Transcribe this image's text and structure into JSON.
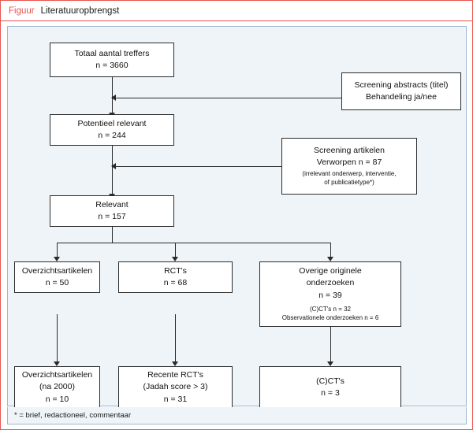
{
  "header": {
    "label": "Figuur",
    "title": "Literatuuropbrengst"
  },
  "footer": {
    "note": "* = brief, redactioneel, commentaar"
  },
  "colors": {
    "accent": "#e8544f",
    "panel_bg": "#eef4f8",
    "panel_border": "#9fb8cf",
    "box_border": "#2b2b2b"
  },
  "diagram": {
    "type": "flowchart",
    "nodes": [
      {
        "id": "total",
        "lines": [
          "Totaal aantal treffers",
          "n = 3660"
        ]
      },
      {
        "id": "screening-abstracts",
        "lines": [
          "Screening abstracts (titel)",
          "Behandeling ja/nee"
        ]
      },
      {
        "id": "potential",
        "lines": [
          "Potentieel relevant",
          "n = 244"
        ]
      },
      {
        "id": "screening-articles",
        "lines": [
          "Screening artikelen",
          "Verworpen n = 87"
        ],
        "small_lines": [
          "(irrelevant onderwerp, interventie,",
          "of publicatietype*)"
        ]
      },
      {
        "id": "relevant",
        "lines": [
          "Relevant",
          "n = 157"
        ]
      },
      {
        "id": "reviews",
        "lines": [
          "Overzichtsartikelen",
          "n = 50"
        ]
      },
      {
        "id": "rcts",
        "lines": [
          "RCT's",
          "n = 68"
        ]
      },
      {
        "id": "other-original",
        "lines": [
          "Overige originele",
          "onderzoeken",
          "n = 39"
        ],
        "small_lines": [
          "(C)CT's n = 32",
          "Observationele onderzoeken n = 6"
        ]
      },
      {
        "id": "reviews-after-2000",
        "lines": [
          "Overzichtsartikelen",
          "(na 2000)",
          "n = 10"
        ]
      },
      {
        "id": "recent-rcts",
        "lines": [
          "Recente RCT's",
          "(Jadah score > 3)",
          "n = 31"
        ]
      },
      {
        "id": "ccts",
        "lines": [
          "(C)CT's",
          "n = 3"
        ]
      }
    ]
  }
}
